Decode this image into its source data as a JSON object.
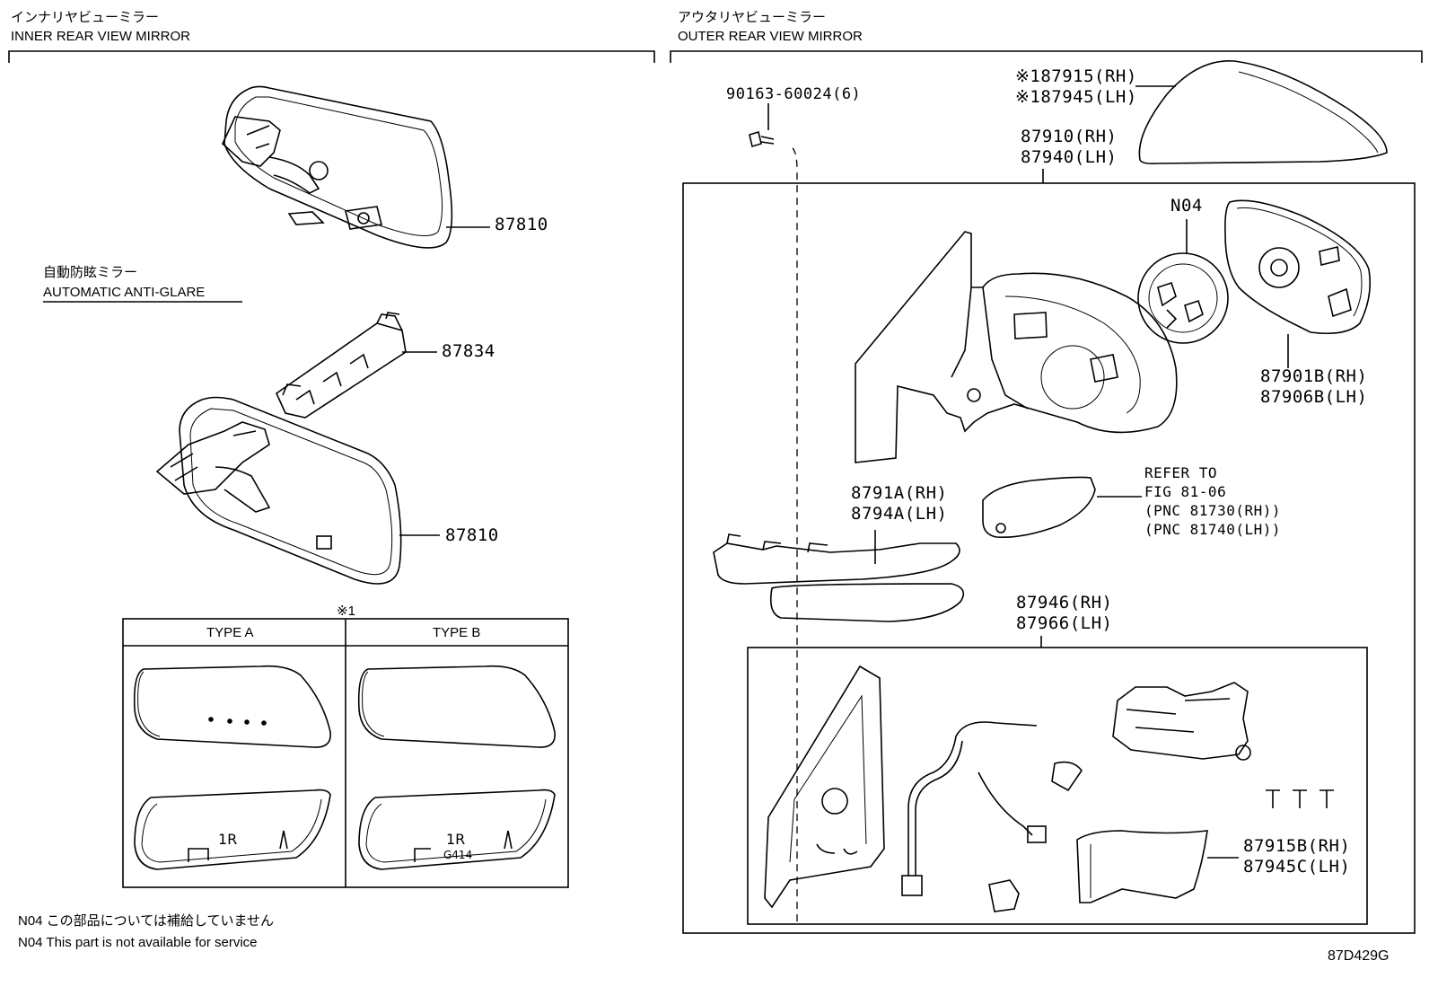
{
  "inner": {
    "title_jp": "インナリヤビューミラー",
    "title_en": "INNER REAR VIEW MIRROR",
    "anti_glare_jp": "自動防眩ミラー",
    "anti_glare_en": "AUTOMATIC ANTI-GLARE",
    "part_mirror_top": "87810",
    "part_bracket": "87834",
    "part_mirror_bottom": "87810",
    "note_mark": "※1",
    "type_a": "TYPE A",
    "type_b": "TYPE B",
    "type_a_mark": "1R",
    "type_b_mark": "1R",
    "type_b_code": "G414"
  },
  "outer": {
    "title_jp": "アウタリヤビューミラー",
    "title_en": "OUTER REAR VIEW MIRROR",
    "bolt": "90163-60024(6)",
    "cover_rh": "※187915(RH)",
    "cover_lh": "※187945(LH)",
    "assy_rh": "87910(RH)",
    "assy_lh": "87940(LH)",
    "n04": "N04",
    "glass_rh": "87901B(RH)",
    "glass_lh": "87906B(LH)",
    "lamp_ref_1": "REFER TO",
    "lamp_ref_2": "FIG 81-06",
    "lamp_ref_3": "(PNC 81730(RH))",
    "lamp_ref_4": "(PNC 81740(LH))",
    "garnish_rh": "8791A(RH)",
    "garnish_lh": "8794A(LH)",
    "sub_rh": "87946(RH)",
    "sub_lh": "87966(LH)",
    "cover2_rh": "87915B(RH)",
    "cover2_lh": "87945C(LH)"
  },
  "footer": {
    "note_jp": "N04 この部品については補給していません",
    "note_en": "N04 This part is not available for service",
    "code": "87D429G"
  }
}
